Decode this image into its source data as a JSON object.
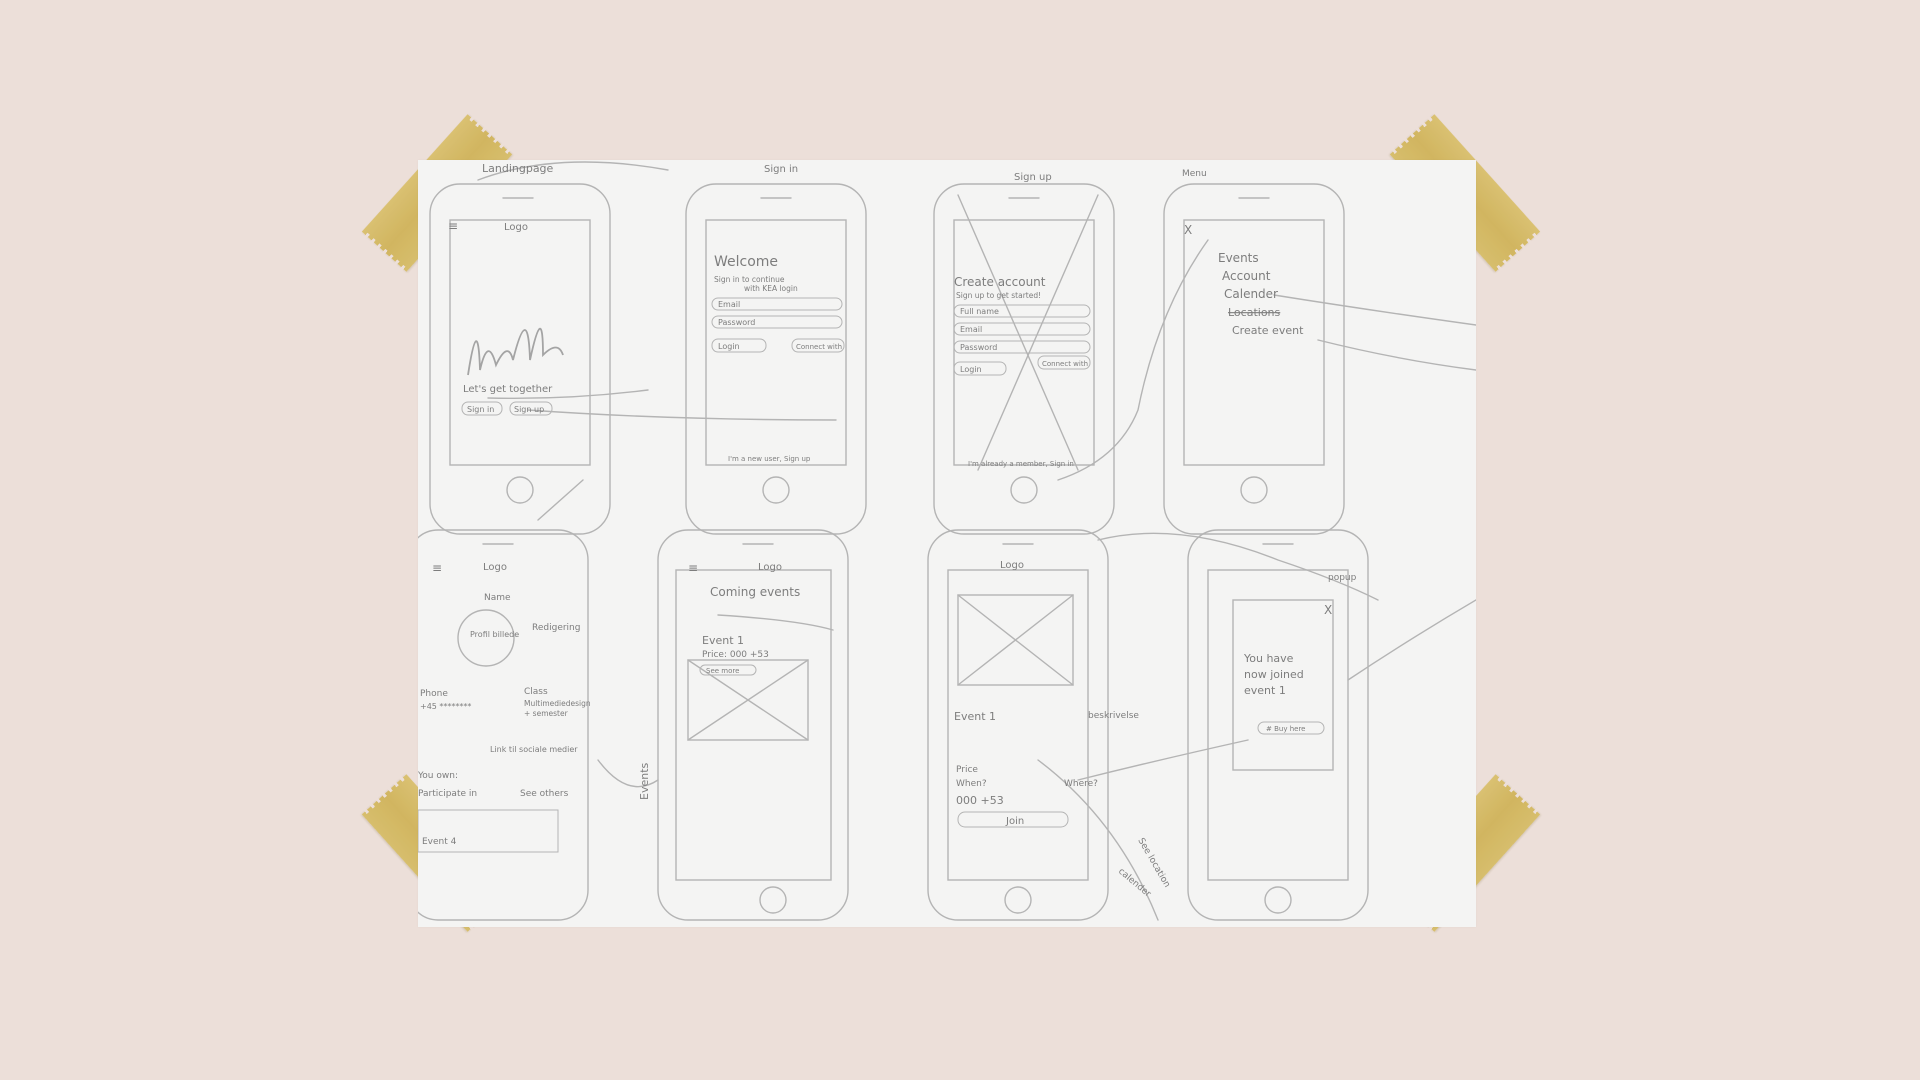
{
  "screens": {
    "landing": {
      "title": "Landingpage",
      "logo": "Logo",
      "hello": "hello",
      "tagline": "Let's get together",
      "sign_in": "Sign in",
      "sign_up": "Sign up"
    },
    "sign_in": {
      "title": "Sign in",
      "welcome": "Welcome",
      "subtitle_1": "Sign in to continue",
      "subtitle_2": "with KEA login",
      "email": "Email",
      "password": "Password",
      "login": "Login",
      "connect": "Connect with",
      "footer": "I'm a new user, Sign up"
    },
    "sign_up": {
      "title": "Sign up",
      "heading": "Create account",
      "subtitle": "Sign up to get started!",
      "full_name": "Full name",
      "email": "Email",
      "password": "Password",
      "login": "Login",
      "connect": "Connect with",
      "footer": "I'm already a member, Sign in"
    },
    "menu": {
      "title": "Menu",
      "close": "X",
      "items": [
        "Events",
        "Account",
        "Calender",
        "Locations",
        "Create event"
      ]
    },
    "profile": {
      "logo": "Logo",
      "name": "Name",
      "picture": "Profil billede",
      "phone_label": "Phone",
      "phone_value": "+45 ********",
      "class_label": "Class",
      "class_value": "Multimediedesign",
      "class_sub": "+ semester",
      "social": "Link til sociale medier",
      "you_own": "You own:",
      "participate": "Participate in",
      "see_others": "See others",
      "event": "Event 4",
      "rediger": "Redigering"
    },
    "events": {
      "logo": "Logo",
      "heading": "Coming events",
      "event": "Event 1",
      "price": "Price: 000 +53",
      "see_more": "See more",
      "side_label": "Events"
    },
    "event_detail": {
      "logo": "Logo",
      "event": "Event 1",
      "price_label": "Price",
      "when": "When?",
      "where": "Where?",
      "price_value": "000 +53",
      "join": "Join",
      "note": "beskrivelse",
      "see_location": "See location",
      "calendar": "calender"
    },
    "popup": {
      "close": "X",
      "msg_1": "You have",
      "msg_2": "now joined",
      "msg_3": "event 1",
      "button": "# Buy here",
      "note": "popup"
    }
  },
  "tape_color": "#d3b85e",
  "paper_color": "#f4f4f3",
  "background_color": "#ecdfd9"
}
